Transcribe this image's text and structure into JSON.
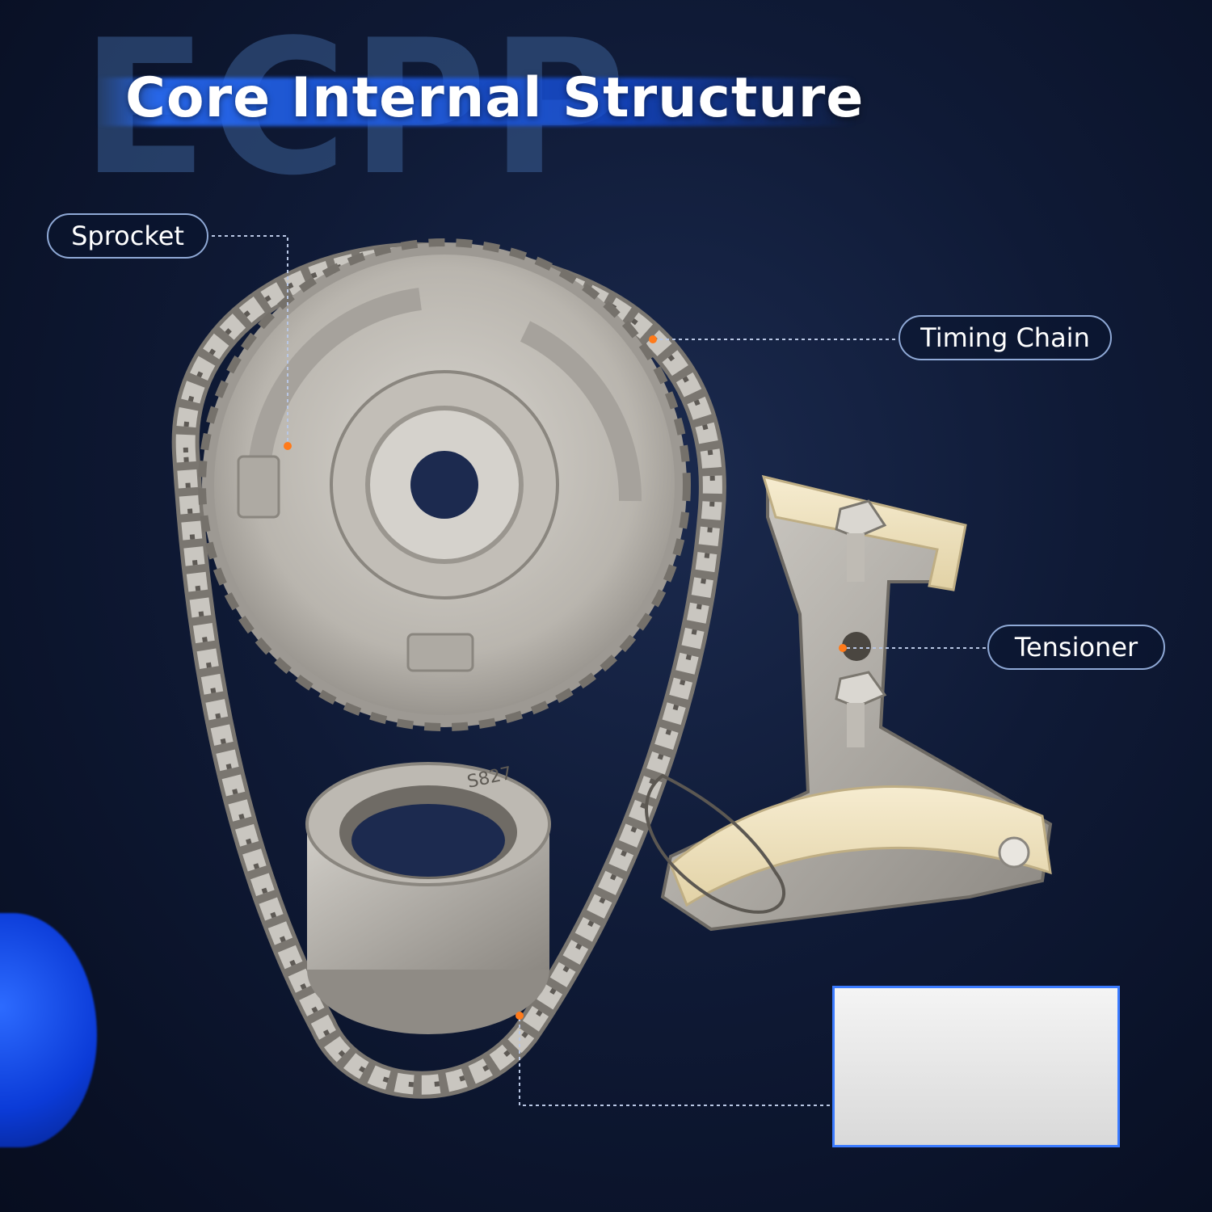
{
  "watermark": "ECPP",
  "title": "Core Internal Structure",
  "labels": {
    "sprocket": "Sprocket",
    "timing_chain": "Timing Chain",
    "tensioner": "Tensioner"
  },
  "gear_stamp": "S827",
  "colors": {
    "accent_blue": "#3b7bff",
    "callout_dot": "#ff7a1a",
    "pill_border": "#8fa9d6"
  }
}
